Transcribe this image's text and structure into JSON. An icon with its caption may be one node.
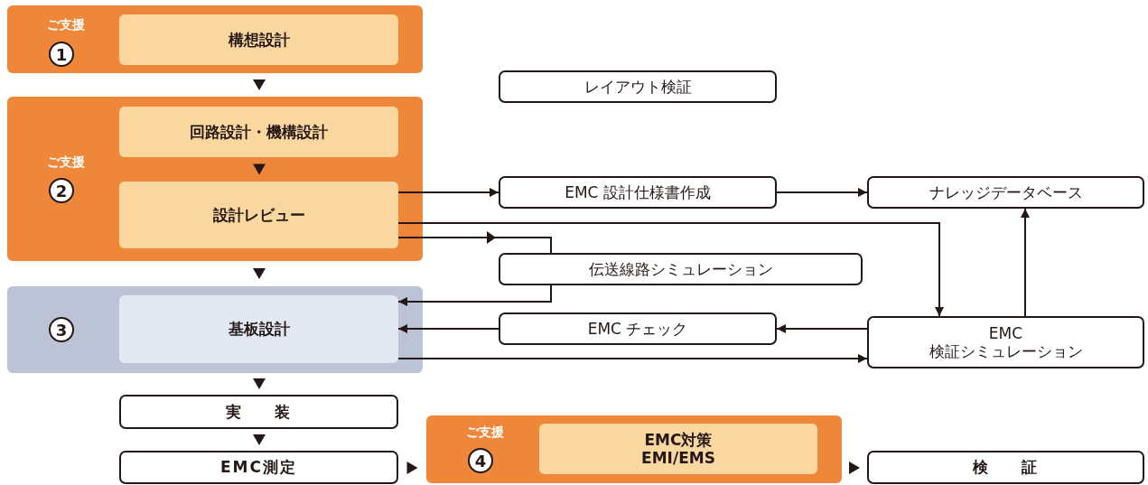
{
  "diagram": {
    "nodes": [
      {
        "text": [
          "ご支援",
          "1"
        ]
      },
      {
        "text": [
          "構想設計"
        ],
        "in": 0
      },
      {
        "text": [
          "ご支援",
          "2"
        ]
      },
      {
        "text": [
          "回路設計・機構設計"
        ],
        "in": 2
      },
      {
        "text": [
          "設計レビュー"
        ],
        "in": 2
      },
      {
        "text": [
          "3"
        ]
      },
      {
        "text": [
          "基板設計"
        ],
        "in": 5
      },
      {
        "text": [
          "実 装"
        ]
      },
      {
        "text": [
          "EMC測定"
        ]
      },
      {
        "text": [
          "ご支援",
          "4"
        ]
      },
      {
        "text": [
          "EMC対策 EMI/EMS"
        ],
        "in": 9
      },
      {
        "text": [
          "検 証"
        ]
      },
      {
        "text": [
          "レイアウト検証"
        ]
      },
      {
        "text": [
          "EMC 設計仕様書作成"
        ]
      },
      {
        "text": [
          "ナレッジデータベース"
        ]
      },
      {
        "text": [
          "伝送線路シミュレーション"
        ]
      },
      {
        "text": [
          "EMC チェック"
        ]
      },
      {
        "text": [
          "EMC 検証シミュレーション"
        ]
      }
    ],
    "edges": [
      {
        "from": 0,
        "to": 2,
        "arrow": "to"
      },
      {
        "from": 3,
        "to": 4,
        "arrow": "to"
      },
      {
        "from": 2,
        "to": 5,
        "arrow": "to"
      },
      {
        "from": 5,
        "to": 7,
        "arrow": "to"
      },
      {
        "from": 7,
        "to": 8,
        "arrow": "to"
      },
      {
        "from": 8,
        "to": 9,
        "arrow": "to"
      },
      {
        "from": 9,
        "to": 11,
        "arrow": "to"
      },
      {
        "from": 4,
        "to": 13,
        "arrow": "to"
      },
      {
        "from": 13,
        "to": 14,
        "arrow": "to"
      },
      {
        "from": 4,
        "to": 17,
        "arrow": "to"
      },
      {
        "from": 4,
        "to": 15,
        "arrow": "to"
      },
      {
        "from": 15,
        "to": 6,
        "arrow": "to"
      },
      {
        "from": 17,
        "to": 16,
        "arrow": "to"
      },
      {
        "from": 16,
        "to": 6,
        "arrow": "to"
      },
      {
        "from": 6,
        "to": 17,
        "arrow": "to"
      },
      {
        "from": 17,
        "to": 14,
        "arrow": "to"
      }
    ]
  }
}
